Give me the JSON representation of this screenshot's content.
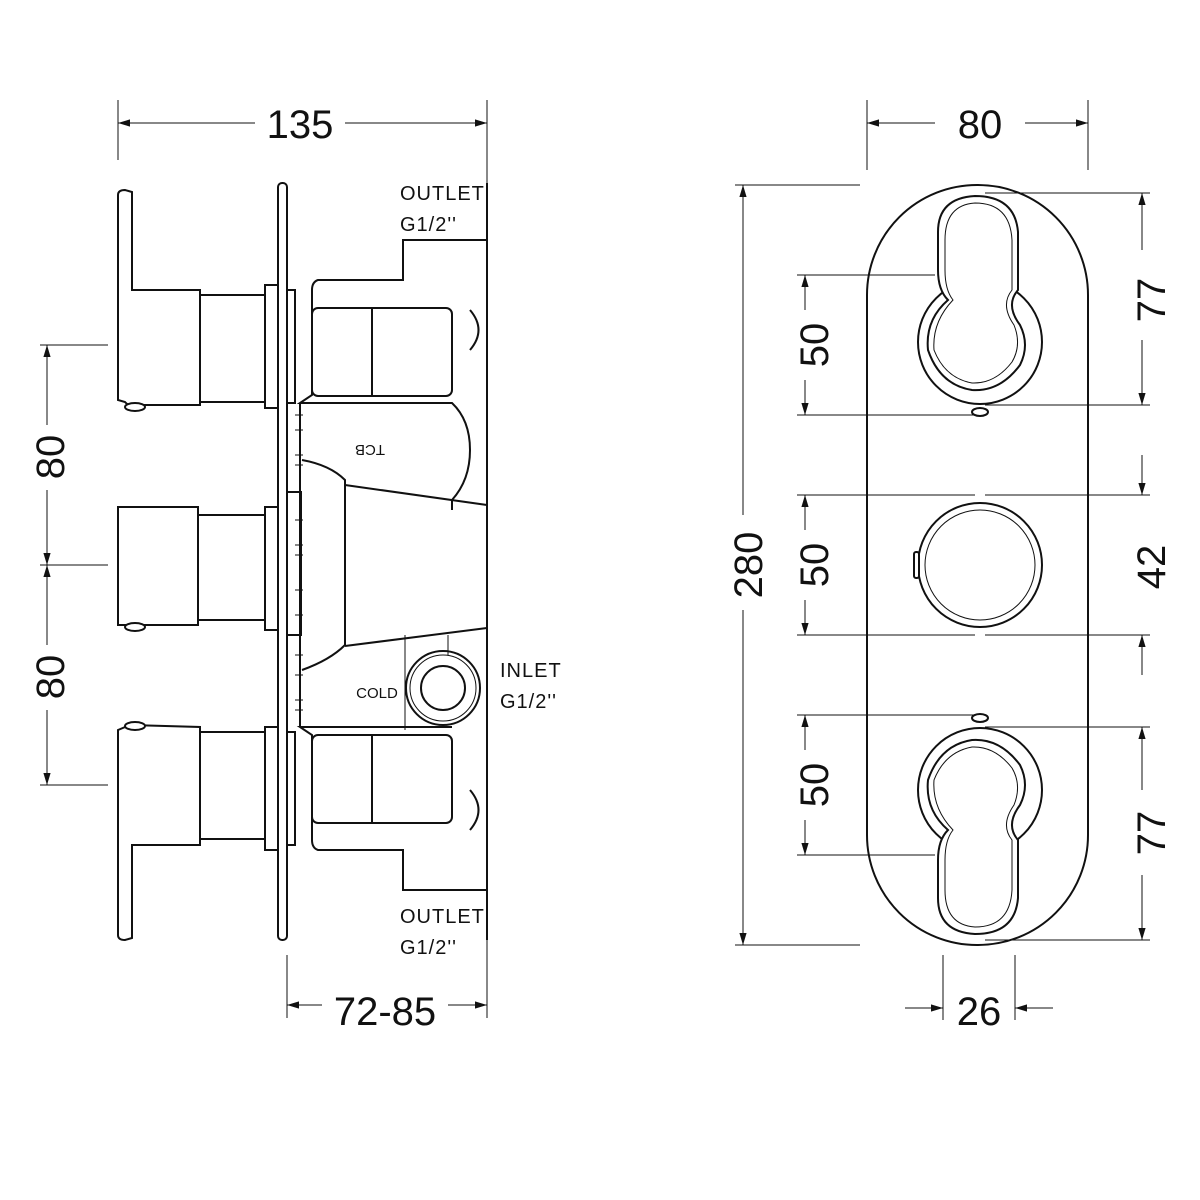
{
  "side_view": {
    "width_dim": "135",
    "spacing_dim_1": "80",
    "spacing_dim_2": "80",
    "depth_dim": "72-85",
    "outlet_top": {
      "line1": "OUTLET",
      "line2": "G1/2''"
    },
    "outlet_bottom": {
      "line1": "OUTLET",
      "line2": "G1/2''"
    },
    "inlet": {
      "line1": "INLET",
      "line2": "G1/2''"
    },
    "body_label": "TCB",
    "cold_label": "COLD"
  },
  "front_view": {
    "width_dim": "80",
    "height_dim": "280",
    "control_dims_left": [
      "50",
      "50",
      "50"
    ],
    "lever_dim_top": "77",
    "knob_dim": "42",
    "lever_dim_bottom": "77",
    "lever_width_dim": "26"
  }
}
